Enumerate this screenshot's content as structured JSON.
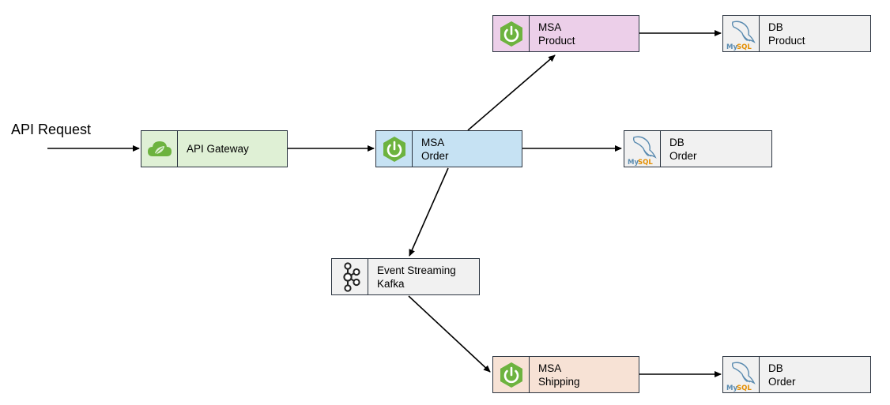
{
  "title": "API Request",
  "nodes": {
    "gateway": {
      "line1": "API Gateway",
      "line2": "",
      "icon": "spring-cloud-leaf-icon",
      "fill": "#dff0d5"
    },
    "order": {
      "line1": "MSA",
      "line2": "Order",
      "icon": "spring-power-icon",
      "fill": "#c6e2f3"
    },
    "product": {
      "line1": "MSA",
      "line2": "Product",
      "icon": "spring-power-icon",
      "fill": "#eccfe9"
    },
    "shipping": {
      "line1": "MSA",
      "line2": "Shipping",
      "icon": "spring-power-icon",
      "fill": "#f7e2d5"
    },
    "kafka": {
      "line1": "Event Streaming",
      "line2": "Kafka",
      "icon": "kafka-icon",
      "fill": "#f1f1f1"
    },
    "db_product": {
      "line1": "DB",
      "line2": "Product",
      "icon": "mysql-dolphin-icon",
      "fill": "#f1f1f1"
    },
    "db_order": {
      "line1": "DB",
      "line2": "Order",
      "icon": "mysql-dolphin-icon",
      "fill": "#f1f1f1"
    },
    "db_shipping": {
      "line1": "DB",
      "line2": "Order",
      "icon": "mysql-dolphin-icon",
      "fill": "#f1f1f1"
    }
  },
  "edges": [
    {
      "from": "API Request",
      "to": "API Gateway"
    },
    {
      "from": "API Gateway",
      "to": "MSA Order"
    },
    {
      "from": "MSA Order",
      "to": "MSA Product"
    },
    {
      "from": "MSA Order",
      "to": "DB Order"
    },
    {
      "from": "MSA Order",
      "to": "Event Streaming Kafka"
    },
    {
      "from": "MSA Product",
      "to": "DB Product"
    },
    {
      "from": "Event Streaming Kafka",
      "to": "MSA Shipping"
    },
    {
      "from": "MSA Shipping",
      "to": "DB Order"
    }
  ],
  "colors": {
    "stroke": "#2b3440",
    "spring_green": "#6db33f",
    "mysql_blue": "#5a8bb0",
    "mysql_orange": "#e48e00"
  }
}
